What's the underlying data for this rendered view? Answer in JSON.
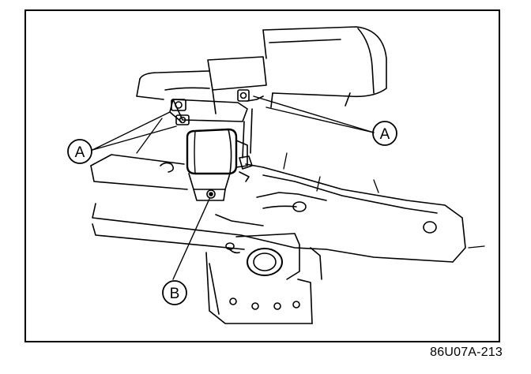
{
  "figure": {
    "code": "86U07A-213"
  },
  "callouts": {
    "a_left": "A",
    "a_right": "A",
    "b": "B"
  }
}
